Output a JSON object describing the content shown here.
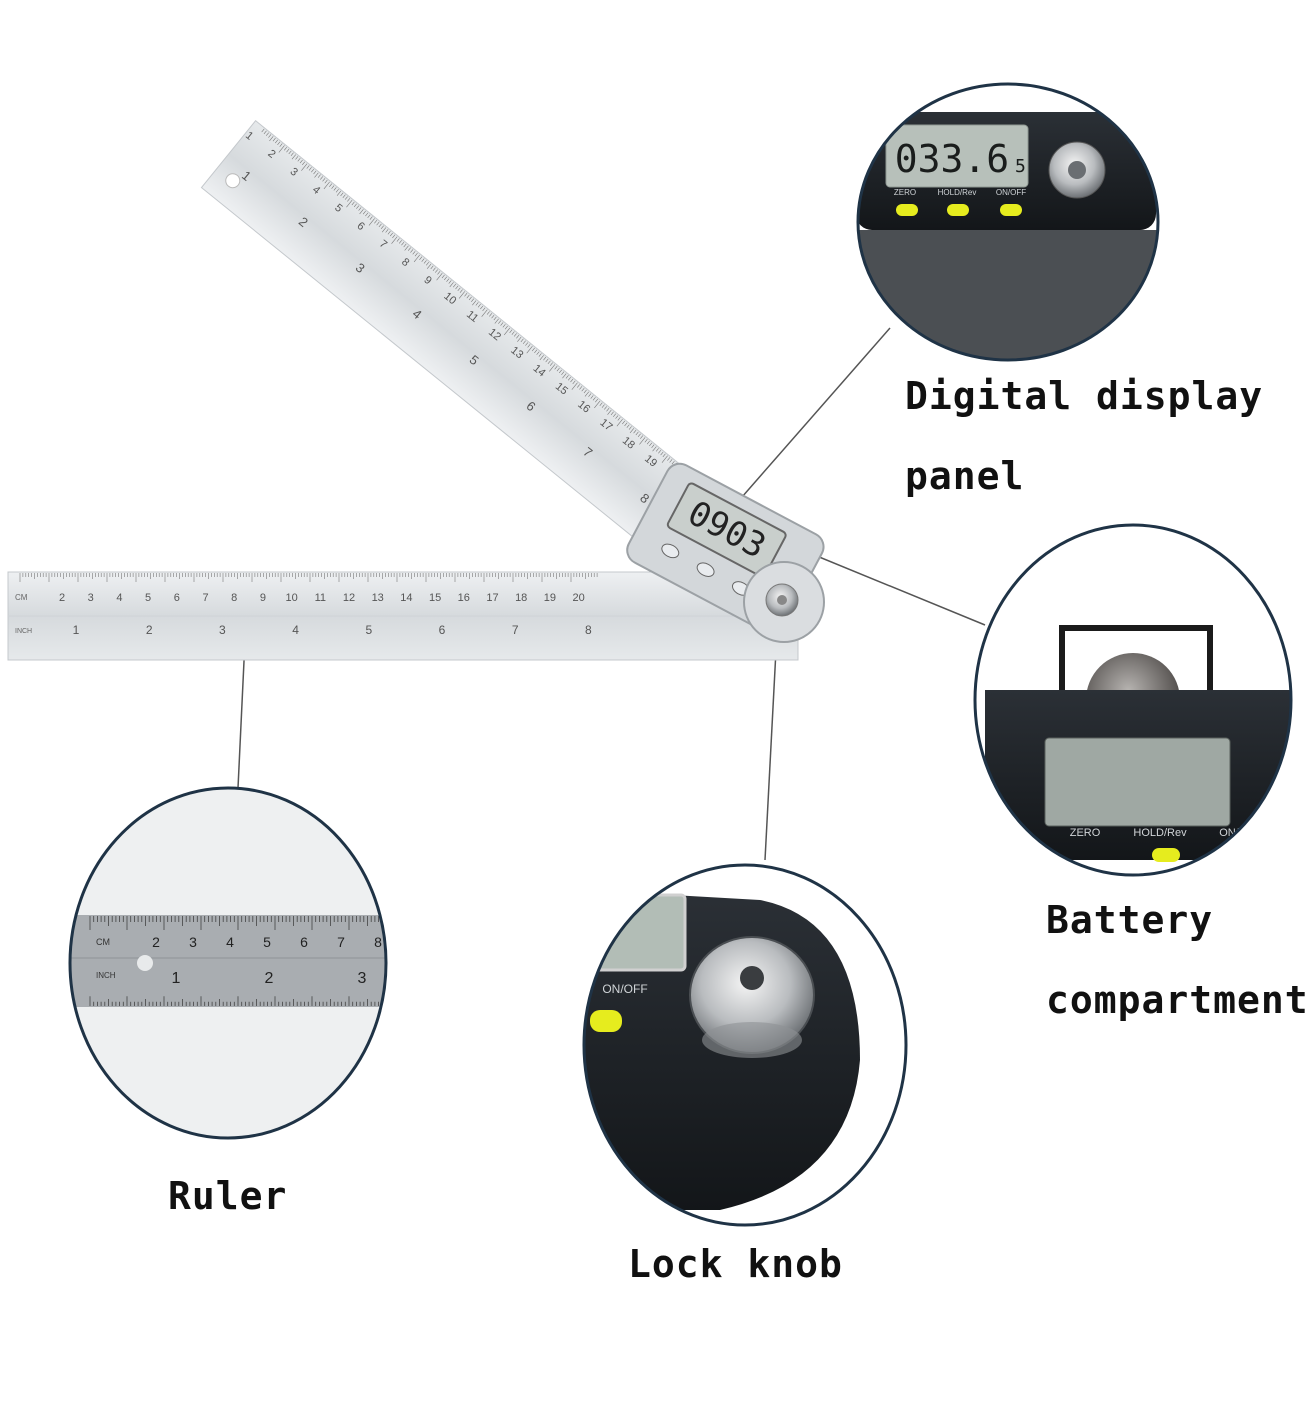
{
  "labels": {
    "display": [
      "Digital display",
      "panel"
    ],
    "battery": [
      "Battery",
      "compartment"
    ],
    "ruler": "Ruler",
    "knob": "Lock knob"
  },
  "device": {
    "main_reading": "0903",
    "zoom_reading": "033.6",
    "zoom_reading_suffix": "5",
    "buttons": [
      "ZERO",
      "HOLD/Rev",
      "ON/OFF"
    ]
  },
  "ruler": {
    "cm_ticks": [
      "1",
      "2",
      "3",
      "4",
      "5",
      "6",
      "7",
      "8",
      "9",
      "10",
      "11",
      "12",
      "13",
      "14",
      "15",
      "16",
      "17",
      "18",
      "19",
      "20"
    ],
    "inch_ticks": [
      "1",
      "2",
      "3",
      "4",
      "5",
      "6",
      "7",
      "8"
    ],
    "cm_unit": "CM",
    "inch_unit": "INCH",
    "zoom_cm_ticks": [
      "2",
      "3",
      "4",
      "5",
      "6",
      "7",
      "8"
    ],
    "zoom_inch_ticks": [
      "1",
      "2",
      "3"
    ]
  },
  "colors": {
    "steel": "#d9dde1",
    "body": "#1e2226",
    "lcd": "#b7c0ba",
    "button": "#e6ec1e",
    "circle_border": "#1f3346"
  }
}
